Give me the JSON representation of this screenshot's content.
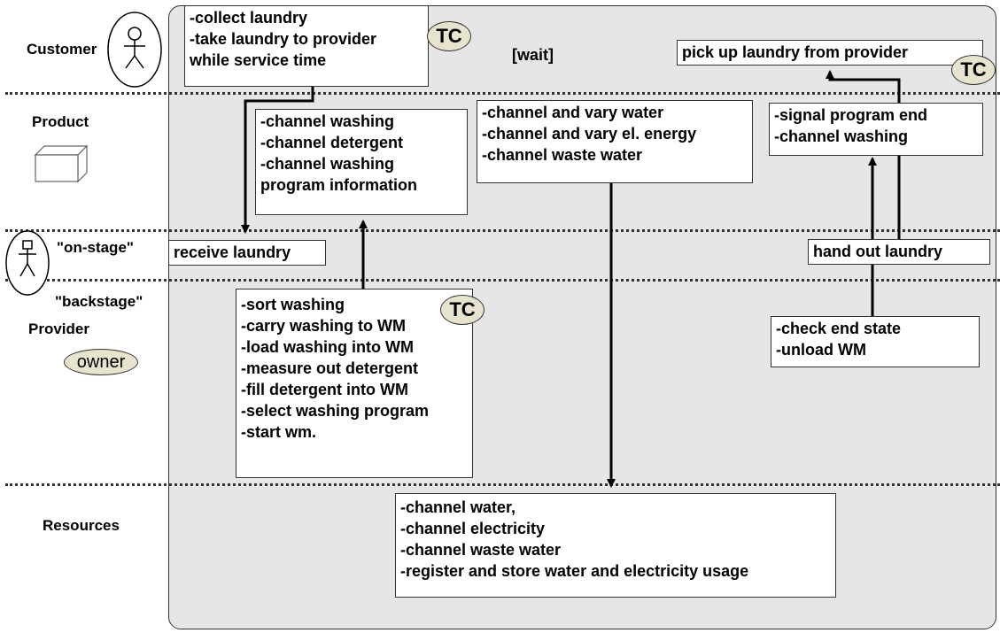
{
  "lanes": {
    "customer": "Customer",
    "product": "Product",
    "onstage": "\"on-stage\"",
    "backstage": "\"backstage\"",
    "provider": "Provider",
    "owner": "owner",
    "resources": "Resources"
  },
  "tc_label": "TC",
  "customer": {
    "collect_box": [
      "-collect laundry",
      "-take laundry to provider",
      "while service time"
    ],
    "wait": "[wait]",
    "pickup": "pick up laundry from provider"
  },
  "product": {
    "washing_box": [
      "-channel washing",
      "-channel detergent",
      "-channel washing",
      "program information"
    ],
    "water_box": [
      "-channel and vary water",
      "-channel and vary el. energy",
      "-channel waste water"
    ],
    "signal_box": [
      "-signal program end",
      "-channel washing"
    ]
  },
  "onstage": {
    "receive": "receive laundry",
    "handout": "hand out laundry"
  },
  "backstage": {
    "sort_box": [
      "-sort washing",
      "-carry washing to WM",
      "-load washing into WM",
      "-measure out detergent",
      "-fill detergent into WM",
      "-select washing program",
      "-start wm."
    ],
    "check_box": [
      "-check end state",
      "-unload WM"
    ]
  },
  "resources": {
    "box": [
      "-channel water,",
      "-channel electricity",
      "-channel waste water",
      "-register and store water and electricity usage"
    ]
  }
}
